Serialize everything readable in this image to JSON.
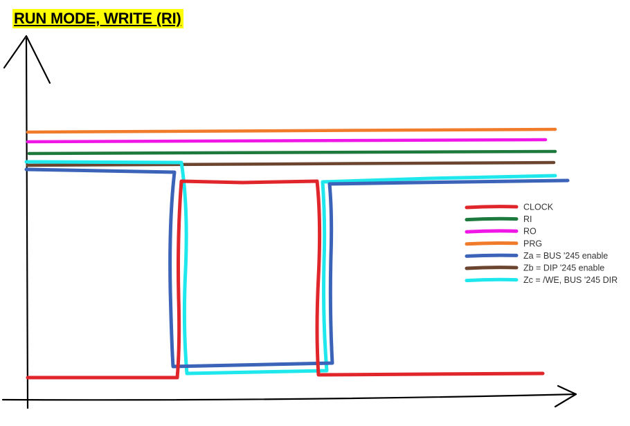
{
  "title": {
    "text": "RUN MODE, WRITE (RI)",
    "highlight_color": "#ffff00"
  },
  "legend": [
    {
      "key": "clock",
      "label": "CLOCK",
      "color": "#e0252b"
    },
    {
      "key": "ri",
      "label": "RI",
      "color": "#1e7a3c"
    },
    {
      "key": "ro",
      "label": "RO",
      "color": "#f016e6"
    },
    {
      "key": "prg",
      "label": "PRG",
      "color": "#f07b2a"
    },
    {
      "key": "za",
      "label": "Za = BUS '245 enable",
      "color": "#3b63b8"
    },
    {
      "key": "zb",
      "label": "Zb = DIP '245 enable",
      "color": "#6b4530"
    },
    {
      "key": "zc",
      "label": "Zc = /WE, BUS '245 DIR",
      "color": "#1ee8ec"
    }
  ],
  "axes": {
    "color": "#000000"
  }
}
